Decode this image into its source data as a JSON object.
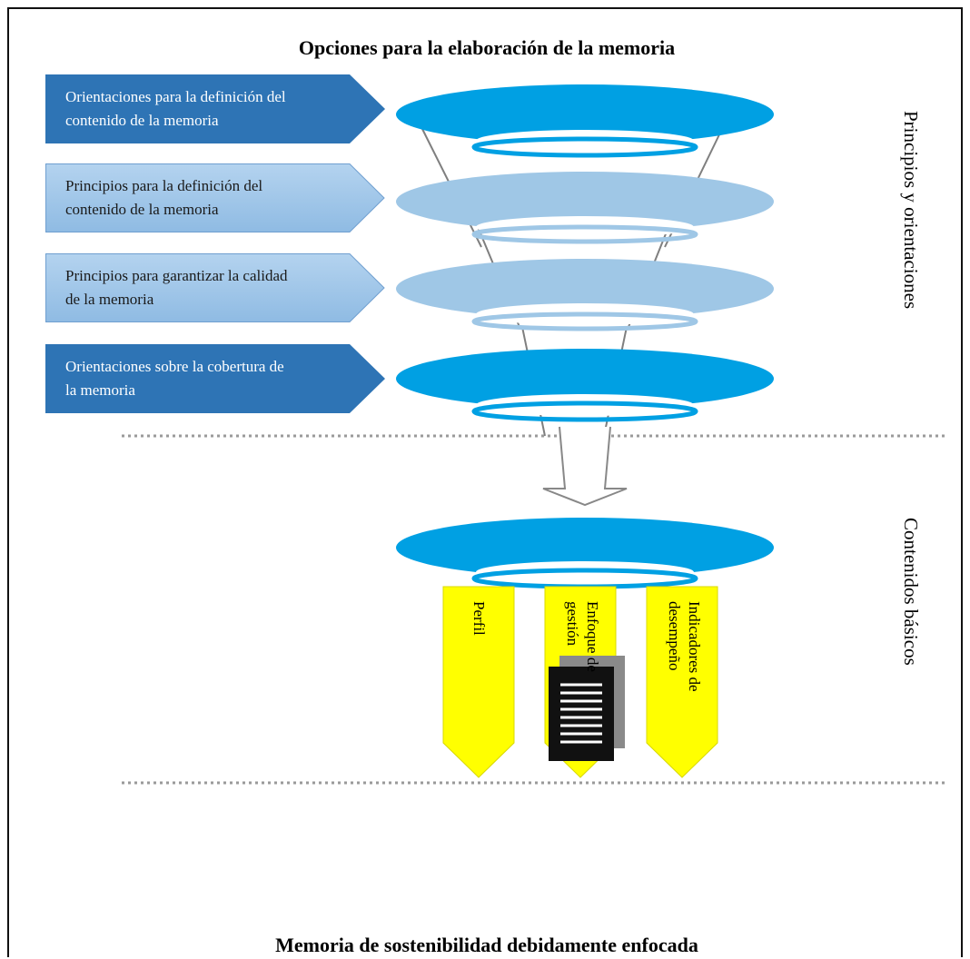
{
  "title": "Opciones para la elaboración de la memoria",
  "footer_title": "Memoria de sostenibilidad debidamente enfocada",
  "side_labels": {
    "top": "Principios y orientaciones",
    "bottom": "Contenidos básicos"
  },
  "arrow_labels": [
    {
      "line1": "Orientaciones para la definición del",
      "line2": "contenido de la memoria",
      "style": "dark"
    },
    {
      "line1": "Principios para la definición del",
      "line2": "contenido de la memoria",
      "style": "light"
    },
    {
      "line1": "Principios para garantizar la calidad",
      "line2": "de la memoria",
      "style": "light"
    },
    {
      "line1": "Orientaciones sobre la cobertura de",
      "line2": "la memoria",
      "style": "dark"
    }
  ],
  "content_columns": [
    {
      "line1": "Perfil",
      "line2": ""
    },
    {
      "line1": "Enfoque de",
      "line2": "gestión"
    },
    {
      "line1": "Indicadores de",
      "line2": "desempeño"
    }
  ],
  "colors": {
    "dark_blue": "#2e74b5",
    "light_blue": "#9dc3e6",
    "ring_dark": "#00a0e3",
    "ring_light": "#9fc7e6",
    "yellow": "#ffff00",
    "border": "#111111"
  },
  "icons": {
    "document": "document-stack-icon",
    "down_arrow": "down-arrow-icon"
  }
}
